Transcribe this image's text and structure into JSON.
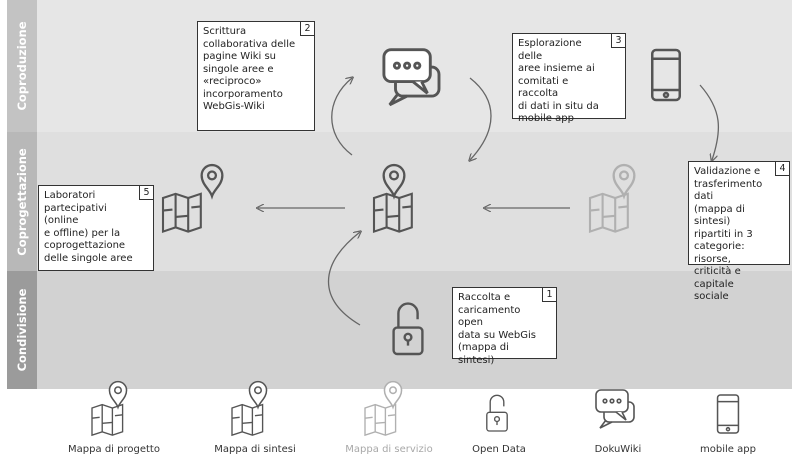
{
  "phases": {
    "coproduzione": "Coproduzione",
    "coprogettazione": "Coprogettazione",
    "condivisione": "Condivisione"
  },
  "steps": [
    {
      "number": "1",
      "lines": [
        "Raccolta e",
        "caricamento open",
        "data su WebGis",
        "(mappa di sintesi)"
      ]
    },
    {
      "number": "2",
      "lines": [
        "Scrittura",
        "collaborativa delle",
        "pagine Wiki su",
        "singole aree e",
        "«reciproco»",
        "incorporamento",
        "WebGis-Wiki"
      ]
    },
    {
      "number": "3",
      "lines": [
        "Esplorazione delle",
        "aree insieme ai",
        "comitati e raccolta",
        "di dati in situ da",
        "mobile app"
      ]
    },
    {
      "number": "4",
      "lines": [
        "Validazione e",
        "trasferimento dati",
        "(mappa di sintesi)",
        "ripartiti in 3",
        "categorie: risorse,",
        "criticità e capitale",
        "sociale"
      ]
    },
    {
      "number": "5",
      "lines": [
        "Laboratori",
        "partecipativi (online",
        "e offline) per la",
        "coprogettazione",
        "delle singole aree"
      ]
    }
  ],
  "legend": [
    {
      "label": "Mappa di progetto",
      "icon": "map-pin-icon"
    },
    {
      "label": "Mappa di sintesi",
      "icon": "map-pin-icon"
    },
    {
      "label": "Mappa di servizio",
      "icon": "map-pin-icon"
    },
    {
      "label": "Open Data",
      "icon": "padlock-open-icon"
    },
    {
      "label": "DokuWiki",
      "icon": "chat-bubbles-icon"
    },
    {
      "label": "mobile app",
      "icon": "smartphone-icon"
    }
  ],
  "colors": {
    "icon_stroke": "#555555",
    "icon_faded": "#b0b0b0",
    "arrow": "#666666",
    "band_coproduzione": "#e6e6e6",
    "band_coprogettazione": "#dfdfdf",
    "band_condivisione": "#d2d2d2"
  }
}
